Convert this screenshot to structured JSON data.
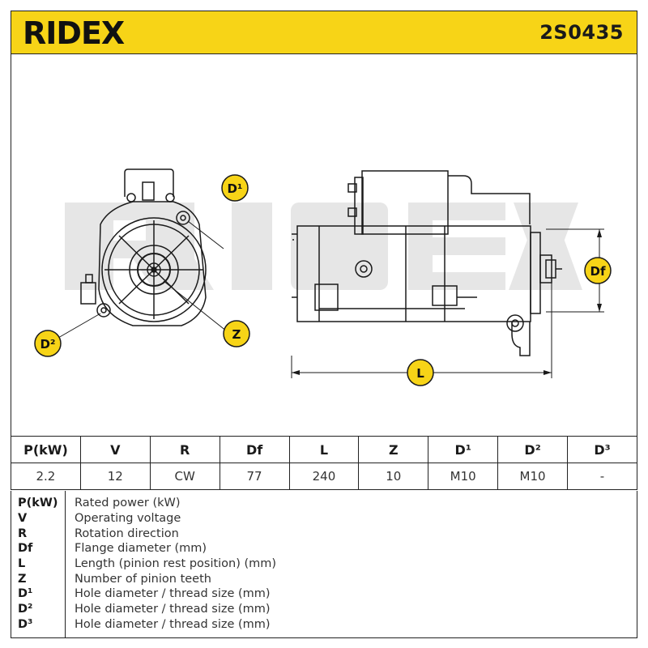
{
  "header": {
    "brand": "RIDEX",
    "part_number": "2S0435",
    "accent_color": "#f7d417"
  },
  "drawing": {
    "watermark": "RIDEX",
    "callouts": {
      "d1": "D¹",
      "d2": "D²",
      "z": "Z",
      "df": "Df",
      "l": "L"
    }
  },
  "spec_table": {
    "headers": [
      "P(kW)",
      "V",
      "R",
      "Df",
      "L",
      "Z",
      "D¹",
      "D²",
      "D³"
    ],
    "values": [
      "2.2",
      "12",
      "CW",
      "77",
      "240",
      "10",
      "M10",
      "M10",
      "-"
    ]
  },
  "legend": [
    {
      "key": "P(kW)",
      "desc": "Rated power (kW)"
    },
    {
      "key": "V",
      "desc": "Operating voltage"
    },
    {
      "key": "R",
      "desc": "Rotation direction"
    },
    {
      "key": "Df",
      "desc": "Flange diameter (mm)"
    },
    {
      "key": "L",
      "desc": "Length (pinion rest position) (mm)"
    },
    {
      "key": "Z",
      "desc": "Number of pinion teeth"
    },
    {
      "key": "D¹",
      "desc": "Hole diameter / thread size (mm)"
    },
    {
      "key": "D²",
      "desc": "Hole diameter / thread size (mm)"
    },
    {
      "key": "D³",
      "desc": "Hole diameter / thread size (mm)"
    }
  ]
}
